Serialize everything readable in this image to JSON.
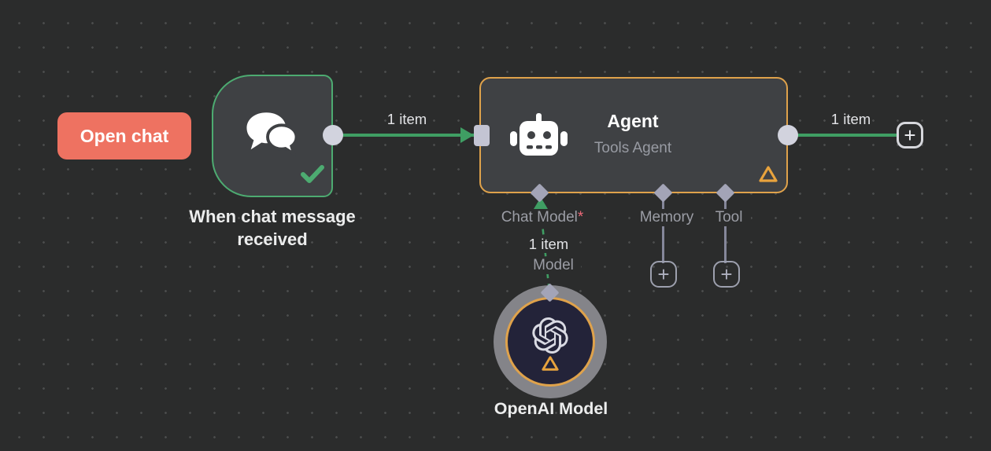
{
  "open_chat": {
    "label": "Open chat"
  },
  "trigger_node": {
    "name": "When chat message received"
  },
  "agent_node": {
    "title": "Agent",
    "subtitle": "Tools Agent",
    "ports": [
      {
        "label": "Chat Model",
        "required": "*"
      },
      {
        "label": "Memory"
      },
      {
        "label": "Tool"
      }
    ]
  },
  "model_node": {
    "name": "OpenAI Model"
  },
  "connections": {
    "trigger_to_agent": "1 item",
    "agent_to_next": "1 item",
    "model_to_agent": "1 item",
    "model_port": "Model"
  },
  "icons": {
    "plus": "+"
  },
  "colors": {
    "background": "#2b2c2c",
    "node_fill": "#3f4144",
    "trigger_green": "#4dab71",
    "connection_green": "#3f9e63",
    "agent_orange": "#dfa24b",
    "button_coral": "#ee7261",
    "required_red": "#ee6a79",
    "connector_lavender": "#a3a4b7",
    "model_fill": "#232339"
  }
}
